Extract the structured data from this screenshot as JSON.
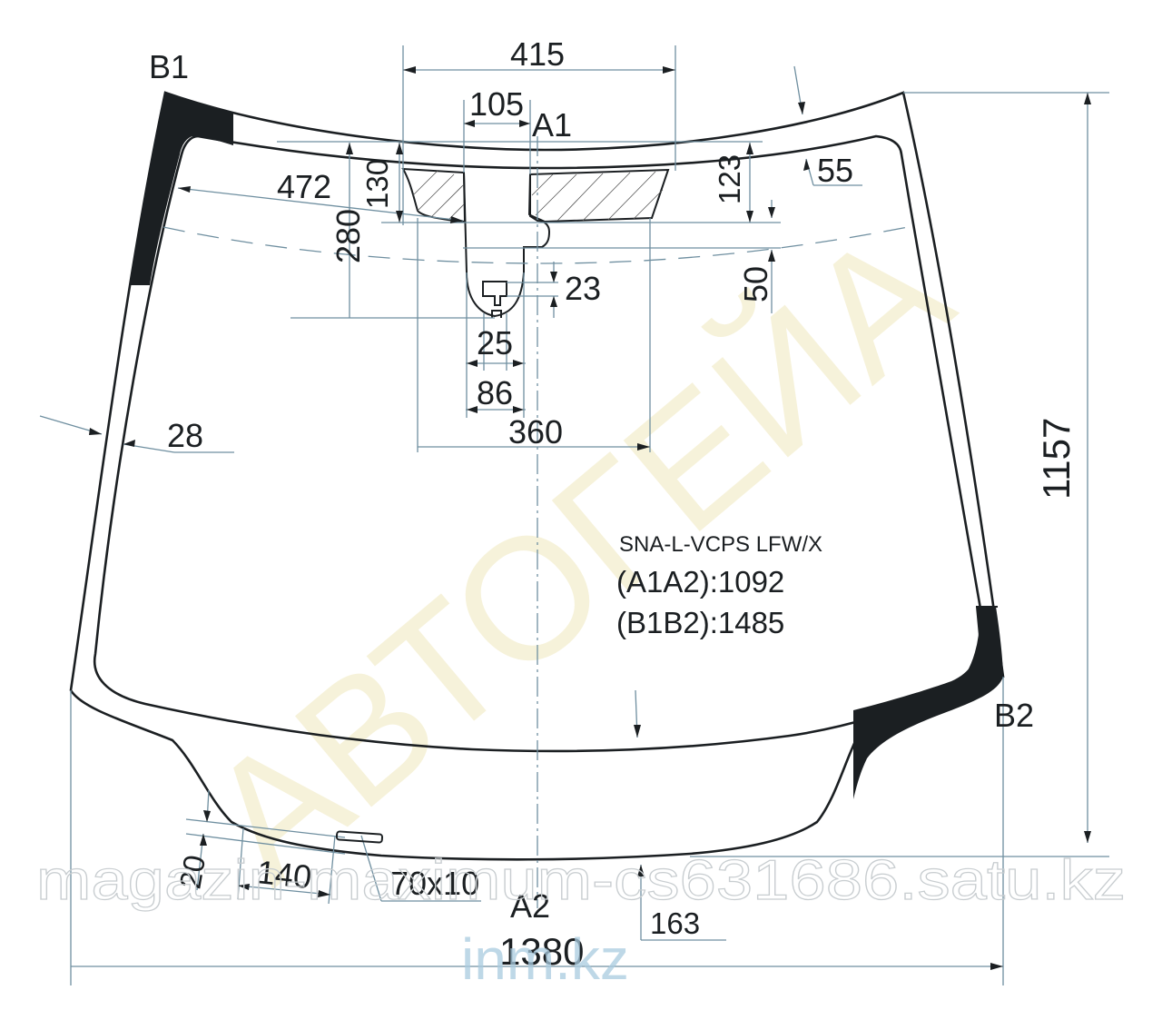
{
  "drawing": {
    "title": "Windshield glass template drawing",
    "part_code": "SNA-L-VCPS LFW/X",
    "specs": [
      {
        "label": "(A1A2)",
        "value": "1092",
        "text": "(A1A2):1092"
      },
      {
        "label": "(B1B2)",
        "value": "1485",
        "text": "(B1B2):1485"
      }
    ],
    "reference_points": {
      "a1": "A1",
      "a2": "A2",
      "b1": "B1",
      "b2": "B2"
    },
    "dimensions": {
      "top_width_415": "415",
      "mirror_mount_width_105": "105",
      "left_offset_472": "472",
      "height_130": "130",
      "height_280": "280",
      "height_123": "123",
      "edge_55": "55",
      "height_50": "50",
      "sensor_23": "23",
      "sensor_25": "25",
      "neck_86": "86",
      "band_360": "360",
      "side_28": "28",
      "overall_height_1157": "1157",
      "bottom_20": "20",
      "bottom_140": "140",
      "tab_70x10": "70x10",
      "bottom_163": "163",
      "overall_width_1380": "1380"
    },
    "colors": {
      "line": "#1b1f22",
      "dimension_line": "#6f8fa0",
      "black_band": "#1b1f22"
    }
  },
  "watermarks": {
    "diagonal": "АВТОГЕЙА",
    "store_url": "magazin-maximum-cs631686.satu.kz",
    "site": "inm.kz"
  }
}
